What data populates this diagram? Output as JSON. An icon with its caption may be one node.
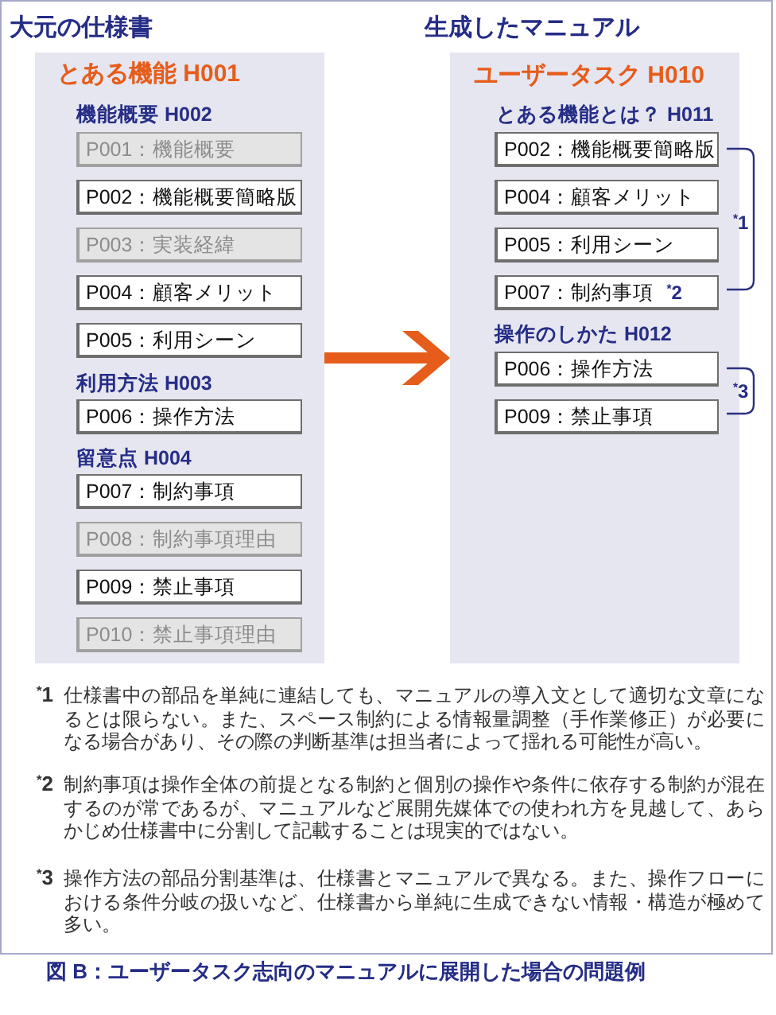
{
  "diagram": {
    "caption": "図 B：ユーザータスク志向のマニュアルに展開した場合の問題例",
    "nodes": [
      {
        "text": [
          "とある機能 H001",
          "機能概要 H002",
          "利用方法 H003",
          "留意点 H004"
        ]
      },
      {
        "text": [
          "P001：機能概要"
        ],
        "in": 0
      },
      {
        "text": [
          "P002：機能概要簡略版"
        ],
        "in": 0
      },
      {
        "text": [
          "P003：実装経緯"
        ],
        "in": 0
      },
      {
        "text": [
          "P004：顧客メリット"
        ],
        "in": 0
      },
      {
        "text": [
          "P005：利用シーン"
        ],
        "in": 0
      },
      {
        "text": [
          "P006：操作方法"
        ],
        "in": 0
      },
      {
        "text": [
          "P007：制約事項"
        ],
        "in": 0
      },
      {
        "text": [
          "P008：制約事項理由"
        ],
        "in": 0
      },
      {
        "text": [
          "P009：禁止事項"
        ],
        "in": 0
      },
      {
        "text": [
          "P010：禁止事項理由"
        ],
        "in": 0
      },
      {
        "text": [
          "ユーザータスク H010",
          "とある機能とは？ H011",
          "操作のしかた H012"
        ]
      },
      {
        "text": [
          "P002：機能概要簡略版"
        ],
        "in": 11
      },
      {
        "text": [
          "P004：顧客メリット"
        ],
        "in": 11
      },
      {
        "text": [
          "P005：利用シーン"
        ],
        "in": 11
      },
      {
        "text": [
          "P007：制約事項",
          "$^{*}$2"
        ],
        "in": 11
      },
      {
        "text": [
          "P006：操作方法"
        ],
        "in": 11
      },
      {
        "text": [
          "P009：禁止事項"
        ],
        "in": 11
      }
    ],
    "edges": [
      {
        "from": 0,
        "to": 11,
        "arrow": "to",
        "color": "#e65c1a"
      }
    ],
    "labels": [
      "大元の仕様書",
      "生成したマニュアル",
      "$^{*}$1",
      "$^{*}$3",
      "$^{*}$1",
      "仕様書中の部品を単純に連結しても、マニュアルの導入文として適切な文章になるとは限らない。また、スペース制約による情報量調整（手作業修正）が必要になる場合があり、その際の判断基準は担当者によって揺れる可能性が高い。",
      "$^{*}$2",
      "制約事項は操作全体の前提となる制約と個別の操作や条件に依存する制約が混在するのが常であるが、マニュアルなど展開先媒体での使われ方を見越して、あらかじめ仕様書中に分割して記載することは現実的ではない。",
      "$^{*}$3",
      "操作方法の部品分割基準は、仕様書とマニュアルで異なる。また、操作フローにおける条件分岐の扱いなど、仕様書から単純に生成できない情報・構造が極めて多い。"
    ]
  }
}
